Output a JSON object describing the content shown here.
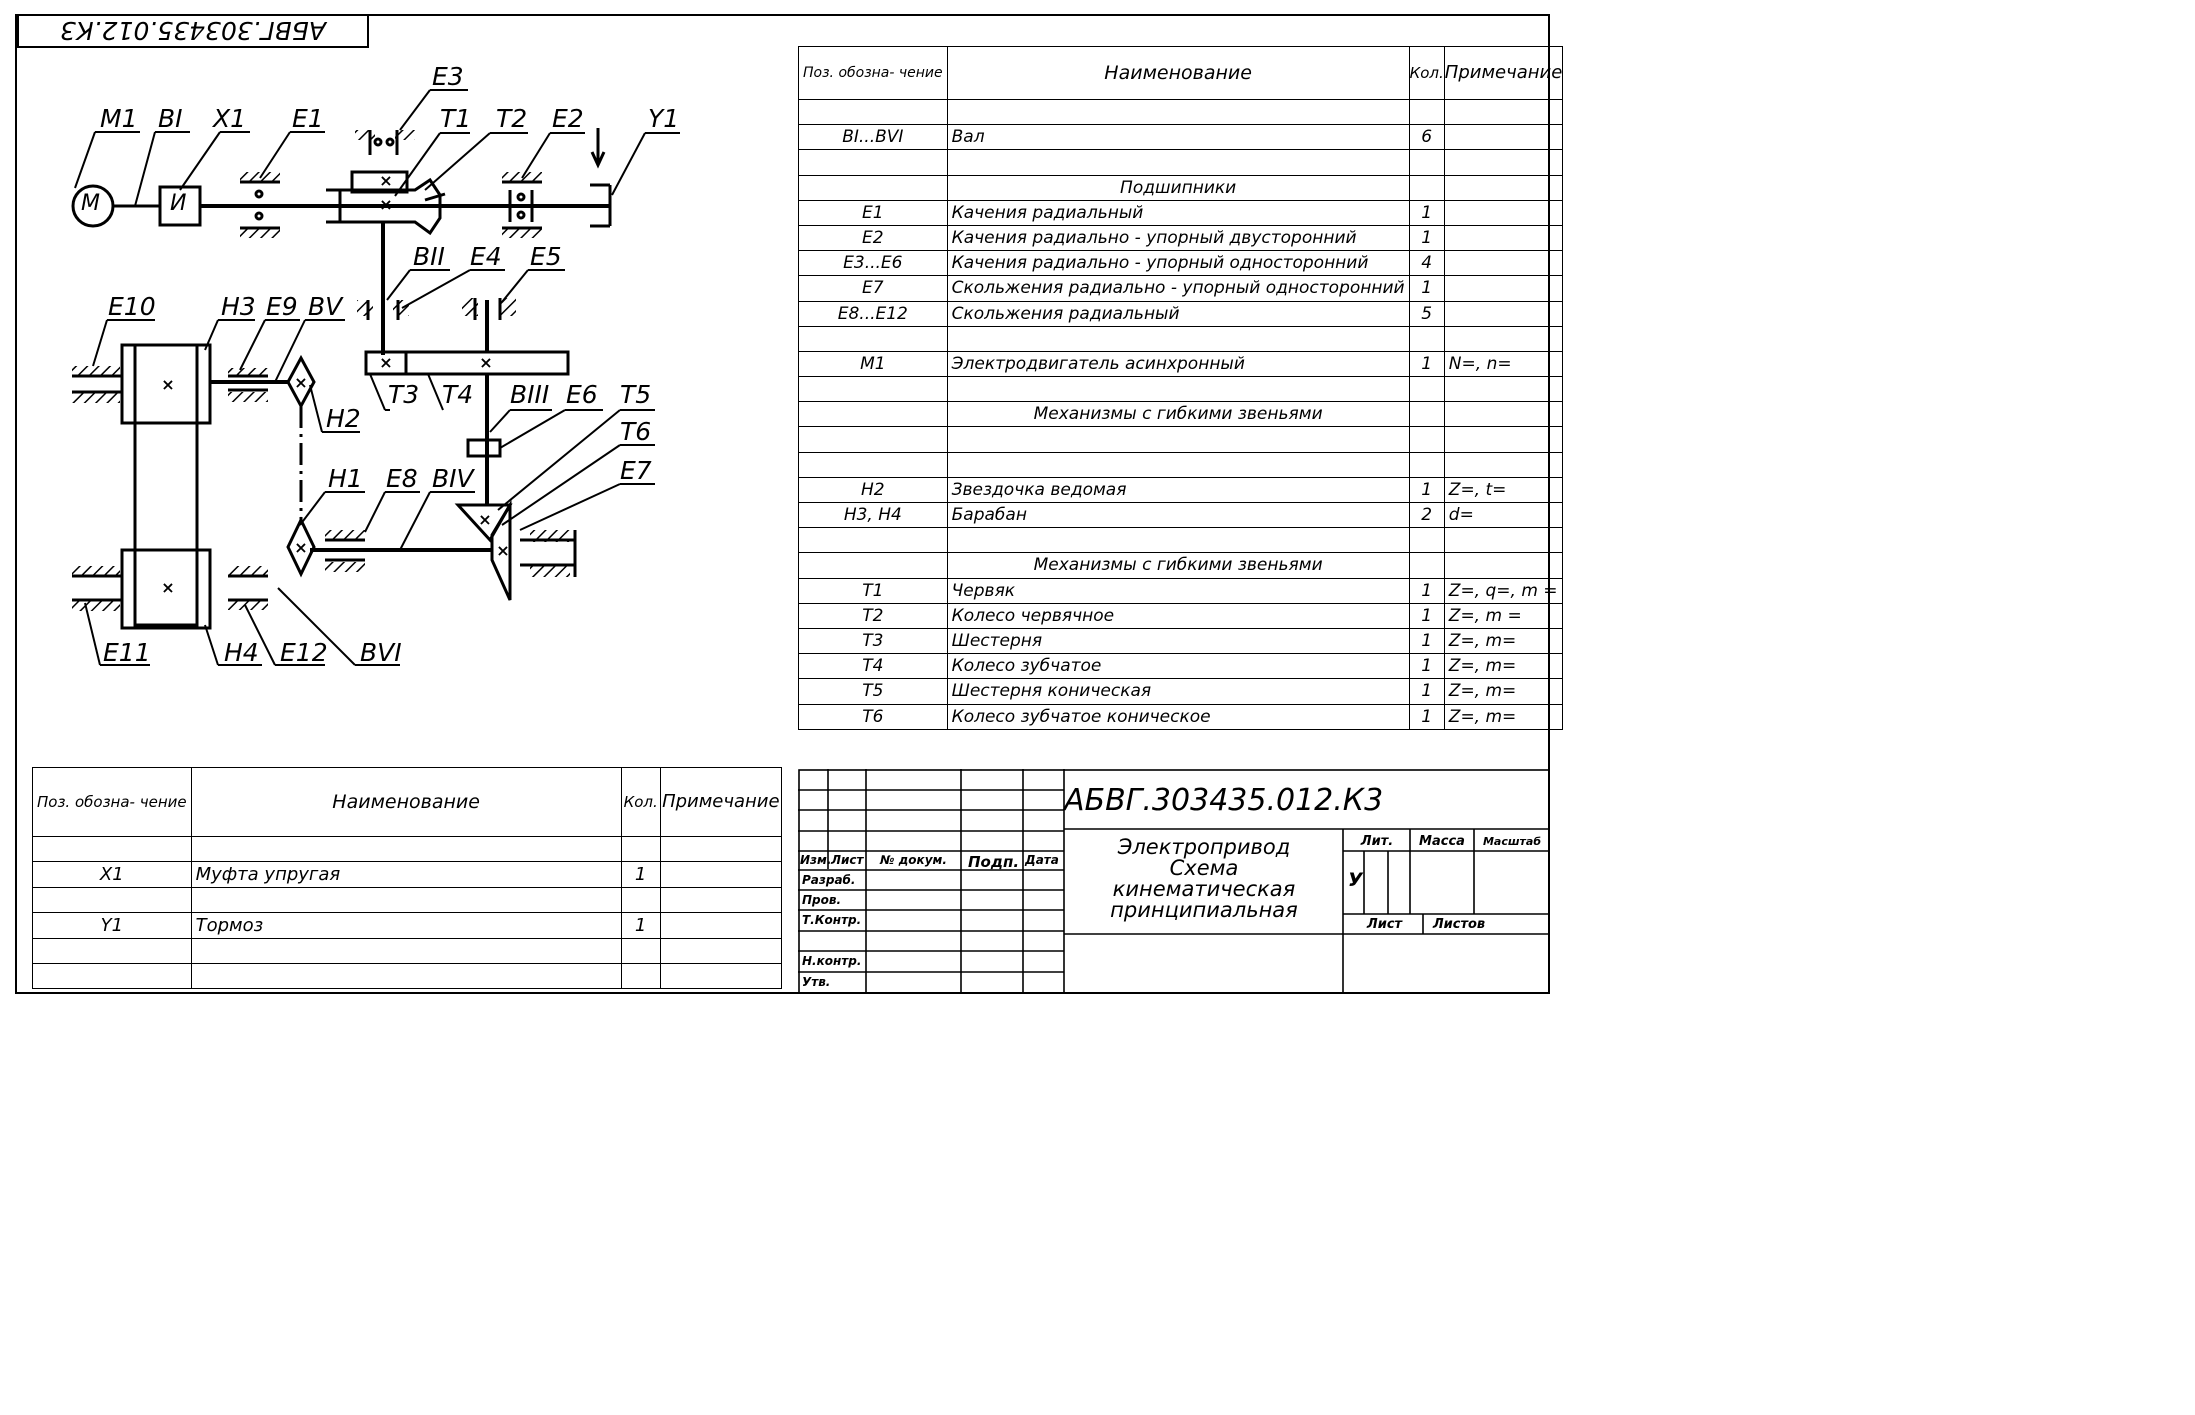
{
  "doc_code": "АБВГ.303435.012.К3",
  "doc_code_rotated": "АБВГ.303435.012.К3",
  "spec_headers": {
    "pos": "Поз. обозна- чение",
    "name": "Наименование",
    "qty": "Кол.",
    "note": "Примечание"
  },
  "main_spec_rows": [
    {
      "pos": "",
      "name": "",
      "qty": "",
      "note": ""
    },
    {
      "pos": "BI...BVI",
      "name": "Вал",
      "qty": "6",
      "note": ""
    },
    {
      "pos": "",
      "name": "",
      "qty": "",
      "note": ""
    },
    {
      "pos": "",
      "name": "Подшипники",
      "qty": "",
      "note": "",
      "group": true
    },
    {
      "pos": "E1",
      "name": "Качения радиальный",
      "qty": "1",
      "note": ""
    },
    {
      "pos": "E2",
      "name": "Качения радиально - упорный двусторонний",
      "qty": "1",
      "note": ""
    },
    {
      "pos": "E3...E6",
      "name": "Качения радиально - упорный односторонний",
      "qty": "4",
      "note": ""
    },
    {
      "pos": "E7",
      "name": "Скольжения радиально - упорный односторонний",
      "qty": "1",
      "note": ""
    },
    {
      "pos": "E8...E12",
      "name": "Скольжения радиальный",
      "qty": "5",
      "note": ""
    },
    {
      "pos": "",
      "name": "",
      "qty": "",
      "note": ""
    },
    {
      "pos": "M1",
      "name": "Электродвигатель асинхронный",
      "qty": "1",
      "note": "N=, n="
    },
    {
      "pos": "",
      "name": "",
      "qty": "",
      "note": ""
    },
    {
      "pos": "",
      "name": "Механизмы с гибкими звеньями",
      "qty": "",
      "note": "",
      "group": true
    },
    {
      "pos": "",
      "name": "",
      "qty": "",
      "note": ""
    },
    {
      "pos": "",
      "name": "",
      "qty": "",
      "note": ""
    },
    {
      "pos": "H2",
      "name": "Звездочка ведомая",
      "qty": "1",
      "note": "Z=, t="
    },
    {
      "pos": "H3, H4",
      "name": "Барабан",
      "qty": "2",
      "note": "d="
    },
    {
      "pos": "",
      "name": "",
      "qty": "",
      "note": ""
    },
    {
      "pos": "",
      "name": "Механизмы с гибкими звеньями",
      "qty": "",
      "note": "",
      "group": true
    },
    {
      "pos": "T1",
      "name": "Червяк",
      "qty": "1",
      "note": "Z=, q=, m ="
    },
    {
      "pos": "T2",
      "name": "Колесо червячное",
      "qty": "1",
      "note": "Z=, m ="
    },
    {
      "pos": "T3",
      "name": "Шестерня",
      "qty": "1",
      "note": "Z=, m="
    },
    {
      "pos": "T4",
      "name": "Колесо зубчатое",
      "qty": "1",
      "note": "Z=, m="
    },
    {
      "pos": "T5",
      "name": "Шестерня коническая",
      "qty": "1",
      "note": "Z=, m="
    },
    {
      "pos": "T6",
      "name": "Колесо зубчатое коническое",
      "qty": "1",
      "note": "Z=, m="
    }
  ],
  "small_spec_rows": [
    {
      "pos": "",
      "name": "",
      "qty": "",
      "note": ""
    },
    {
      "pos": "X1",
      "name": "Муфта упругая",
      "qty": "1",
      "note": ""
    },
    {
      "pos": "",
      "name": "",
      "qty": "",
      "note": ""
    },
    {
      "pos": "Y1",
      "name": "Тормоз",
      "qty": "1",
      "note": ""
    },
    {
      "pos": "",
      "name": "",
      "qty": "",
      "note": ""
    },
    {
      "pos": "",
      "name": "",
      "qty": "",
      "note": ""
    }
  ],
  "title_block": {
    "title_lines": [
      "Электропривод",
      "Схема",
      "кинематическая",
      "принципиальная"
    ],
    "col_labels": [
      "Изм.",
      "Лист",
      "№ докум.",
      "Подп.",
      "Дата"
    ],
    "row_labels": [
      "Разраб.",
      "Пров.",
      "Т.Контр.",
      "",
      "Н.контр.",
      "Утв."
    ],
    "lit": "Лит.",
    "mass": "Масса",
    "scale": "Масштаб",
    "lit_value": "У",
    "sheet": "Лист",
    "sheets": "Листов"
  },
  "scheme_labels": {
    "motor_symbol": "M",
    "coupling_symbol": "И",
    "M1": "M1",
    "BI": "BI",
    "X1": "X1",
    "E1": "E1",
    "E3": "E3",
    "T1": "T1",
    "T2": "T2",
    "E2": "E2",
    "Y1": "Y1",
    "BII": "BII",
    "E4": "E4",
    "E5": "E5",
    "E10": "E10",
    "H3": "H3",
    "E9": "E9",
    "BV": "BV",
    "T3": "T3",
    "T4": "T4",
    "BIII": "BIII",
    "E6": "E6",
    "T5": "T5",
    "T6": "T6",
    "H2": "H2",
    "H1": "H1",
    "E8": "E8",
    "BIV": "BIV",
    "E7": "E7",
    "E11": "E11",
    "H4": "H4",
    "E12": "E12",
    "BVI": "BVI"
  }
}
